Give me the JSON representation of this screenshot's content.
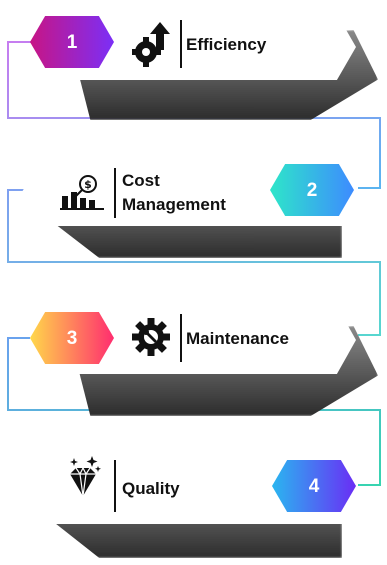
{
  "steps": [
    {
      "number": "1",
      "label": "Efficiency",
      "icon": "gear-arrow-icon",
      "colors": [
        "#c71585",
        "#7b2ff7"
      ]
    },
    {
      "number": "2",
      "label": "Cost Management",
      "label_line1": "Cost",
      "label_line2": "Management",
      "icon": "cost-chart-icon",
      "colors": [
        "#2ee6c9",
        "#3d8bff"
      ]
    },
    {
      "number": "3",
      "label": "Maintenance",
      "icon": "wrench-gear-icon",
      "colors": [
        "#ffd84a",
        "#ff2d6f"
      ]
    },
    {
      "number": "4",
      "label": "Quality",
      "icon": "diamond-icon",
      "colors": [
        "#2ab6f0",
        "#6a2df5"
      ]
    }
  ]
}
